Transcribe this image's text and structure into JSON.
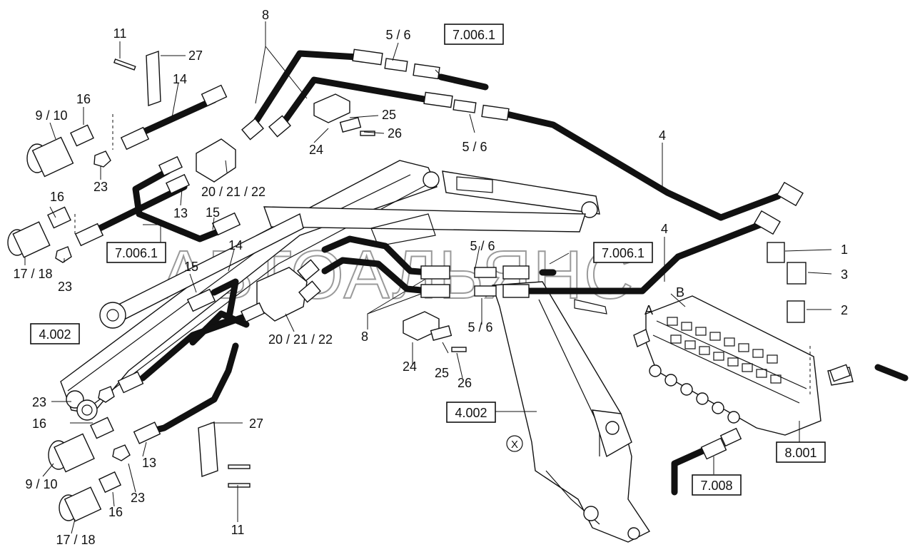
{
  "watermark": "АВТОАЛЬЯНС",
  "boxed_refs": {
    "ref_7006_top": "7.006.1",
    "ref_7006_left": "7.006.1",
    "ref_7006_mid": "7.006.1",
    "ref_4002_left": "4.002",
    "ref_4002_bottom": "4.002",
    "ref_8001": "8.001",
    "ref_7008": "7.008"
  },
  "labels": {
    "l11_top": "11",
    "l27_top": "27",
    "l14_top": "14",
    "l16_top": "16",
    "l9_10_top": "9 / 10",
    "l23_top": "23",
    "l8_top": "8",
    "l5_6_top": "5 / 6",
    "l25_top": "25",
    "l26_top": "26",
    "l24_top": "24",
    "l5_6_upper_b": "5 / 6",
    "l4_top": "4",
    "l20_21_22_top": "20 / 21 / 22",
    "l13_top": "13",
    "l15_top": "15",
    "l16_mid": "16",
    "l17_18_top": "17 / 18",
    "l23_mid": "23",
    "l14_mid": "14",
    "l15_mid": "15",
    "l5_6_mid": "5 / 6",
    "l4_mid": "4",
    "l1": "1",
    "l3": "3",
    "l2": "2",
    "l_A": "A",
    "l_B": "B",
    "l20_21_22_mid": "20 / 21 / 22",
    "l8_mid": "8",
    "l5_6_mid_b": "5 / 6",
    "l24_mid": "24",
    "l25_mid": "25",
    "l26_mid": "26",
    "l23_low": "23",
    "l16_low": "16",
    "l27_low": "27",
    "l9_10_low": "9 / 10",
    "l13_low": "13",
    "l23_low2": "23",
    "l16_low2": "16",
    "l17_18_low": "17 / 18",
    "l11_low": "11",
    "l_X": "X"
  }
}
